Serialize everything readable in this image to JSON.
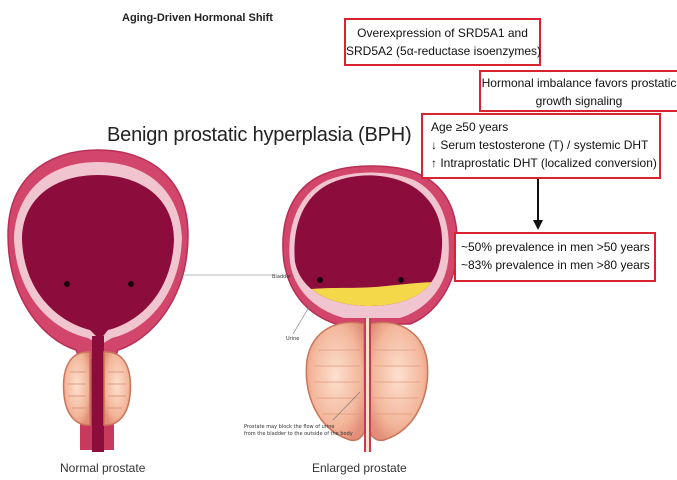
{
  "header": {
    "top_title": "Aging-Driven Hormonal Shift",
    "main_title": "Benign prostatic hyperplasia (BPH)"
  },
  "boxes": {
    "overexpression": {
      "line1": "Overexpression of SRD5A1 and",
      "line2": "SRD5A2 (5α-reductase isoenzymes)"
    },
    "imbalance": {
      "line1": "Hormonal imbalance favors prostatic",
      "line2": "growth signaling"
    },
    "age": {
      "line1": "Age ≥50 years",
      "line2_arrow": "↓",
      "line2": "Serum testosterone (T) / systemic DHT",
      "line3_arrow": "↑",
      "line3": "Intraprostatic DHT (localized conversion)"
    },
    "prevalence": {
      "line1": "~50% prevalence in men >50 years",
      "line2": "~83% prevalence in men >80 years"
    }
  },
  "illustration": {
    "bladder_label": "Bladder",
    "urine_label": "Urine",
    "prostate_note_line1": "Prostate may block the flow of urine",
    "prostate_note_line2": "from the bladder to the outside of the body",
    "caption_normal": "Normal prostate",
    "caption_enlarged": "Enlarged prostate"
  },
  "colors": {
    "box_border": "#d9232e",
    "bladder_outer": "#d3466b",
    "bladder_inner": "#8c0c3c",
    "urine": "#f4d84a",
    "prostate": "#f3b79b",
    "arrow": "#111111"
  }
}
